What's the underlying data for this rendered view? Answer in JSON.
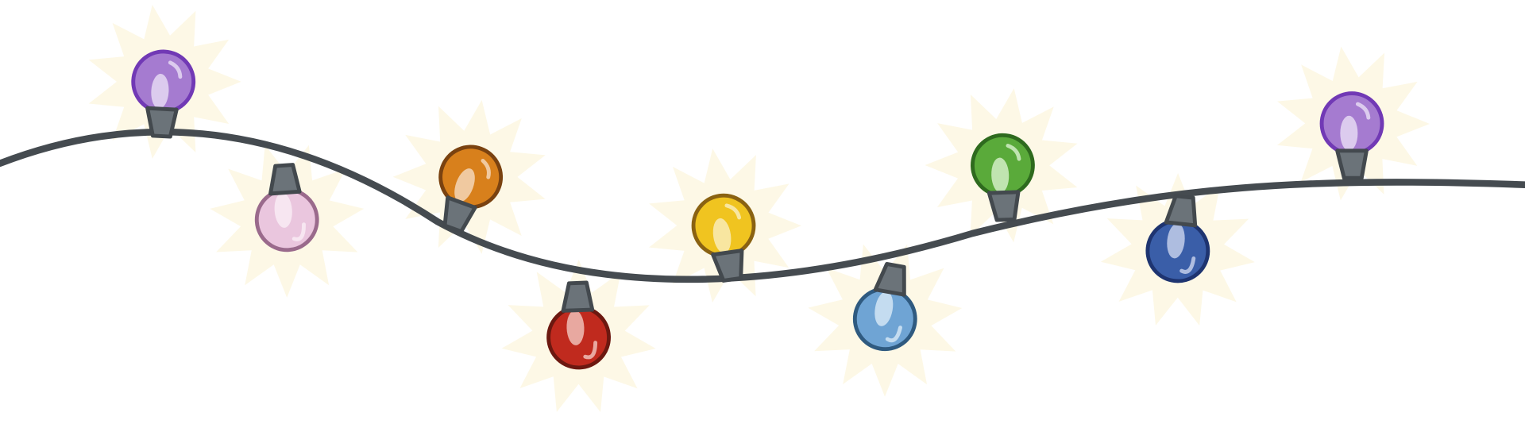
{
  "wire": {
    "color": "#454b50"
  },
  "socket": {
    "fill": "#6b7379",
    "stroke": "#43494e"
  },
  "glow": {
    "color": "#fdf8e6"
  },
  "bulbs": [
    {
      "name": "purple",
      "fill": "#a57bd0",
      "stroke": "#7139b5",
      "highlight": "#dccbee",
      "socket_dir": "down"
    },
    {
      "name": "pink",
      "fill": "#eac6de",
      "stroke": "#9a6a8c",
      "highlight": "#f7e6f1",
      "socket_dir": "up"
    },
    {
      "name": "orange",
      "fill": "#d8801c",
      "stroke": "#7a4210",
      "highlight": "#f0c9a0",
      "socket_dir": "down"
    },
    {
      "name": "red",
      "fill": "#c02a1e",
      "stroke": "#6c1810",
      "highlight": "#e8a8a0",
      "socket_dir": "up"
    },
    {
      "name": "yellow",
      "fill": "#f0c420",
      "stroke": "#8a6212",
      "highlight": "#f8e6a0",
      "socket_dir": "down"
    },
    {
      "name": "light-blue",
      "fill": "#6fa4d4",
      "stroke": "#2f5a80",
      "highlight": "#c4dcf0",
      "socket_dir": "up"
    },
    {
      "name": "green",
      "fill": "#5aaa3a",
      "stroke": "#2e6a1e",
      "highlight": "#c0e4b0",
      "socket_dir": "down"
    },
    {
      "name": "dark-blue",
      "fill": "#3a5ea8",
      "stroke": "#1e3470",
      "highlight": "#aebde0",
      "socket_dir": "up"
    },
    {
      "name": "purple",
      "fill": "#a57bd0",
      "stroke": "#7139b5",
      "highlight": "#dccbee",
      "socket_dir": "down"
    }
  ]
}
